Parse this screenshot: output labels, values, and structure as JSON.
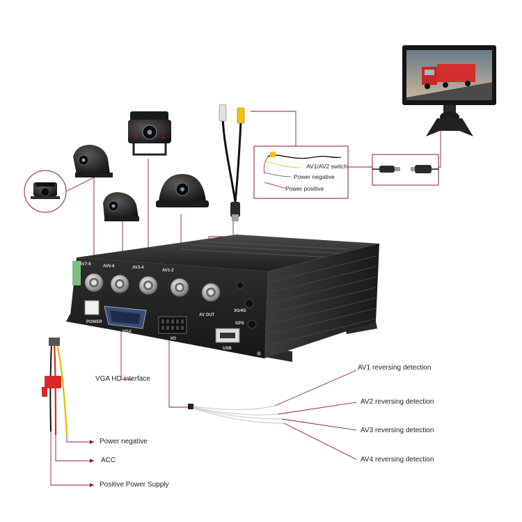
{
  "device": {
    "port_labels": {
      "av7_8": "AV7-8",
      "av5_6": "AV5-6",
      "av3_4": "AV3-4",
      "av1_2": "AV1-2",
      "av_out": "AV OUT",
      "power": "POWER",
      "vga": "VGA",
      "io": "I/O",
      "net": "3G/4G",
      "gps": "GPS",
      "usb": "USB"
    }
  },
  "annotations": {
    "av_switch": "AV1/AV2 switch",
    "cable_power_negative": "Power negative",
    "cable_power_positive": "Power positive",
    "vga_interface": "VGA HD interface",
    "av1_detect": "AV1 reversing detection",
    "av2_detect": "AV2 reversing detection",
    "av3_detect": "AV3 reversing detection",
    "av4_detect": "AV4 reversing detection",
    "power_negative": "Power negative",
    "acc": "ACC",
    "positive_supply": "Positive Power Supply"
  },
  "colors": {
    "callout_line": "#8a1a3a",
    "device_body": "#2a2a2a",
    "connector_metal": "#b9b9b9",
    "wire_red": "#d9262a",
    "wire_yellow": "#e6b800"
  }
}
